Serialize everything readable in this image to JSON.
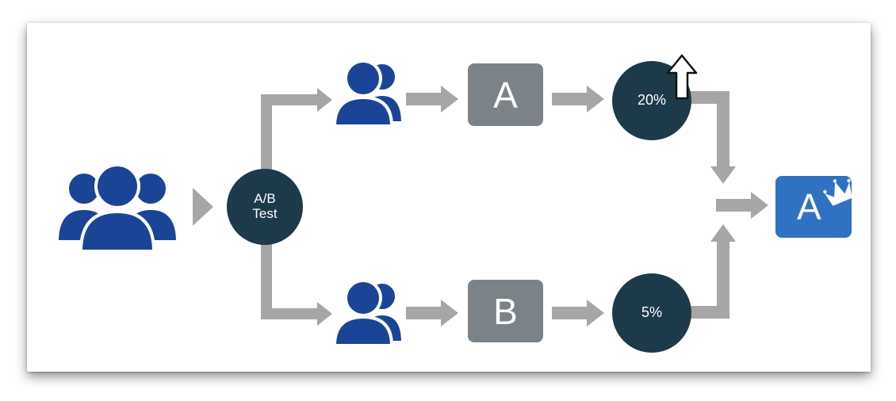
{
  "diagram": {
    "ab_test_label": "A/B\nTest",
    "variant_a_label": "A",
    "variant_b_label": "B",
    "variant_a_rate": "20%",
    "variant_b_rate": "5%",
    "winner_label": "A"
  },
  "icons": {
    "audience": "users-group-icon",
    "segment_a": "users-icon",
    "segment_b": "users-icon",
    "increase": "up-arrow-icon",
    "winner": "crown-icon"
  },
  "colors": {
    "people": "#1a4597",
    "node_dark": "#1d3a4b",
    "variant_gray": "#7b8388",
    "connector_gray": "#a6a6a6",
    "winner_blue": "#2f72c3"
  }
}
